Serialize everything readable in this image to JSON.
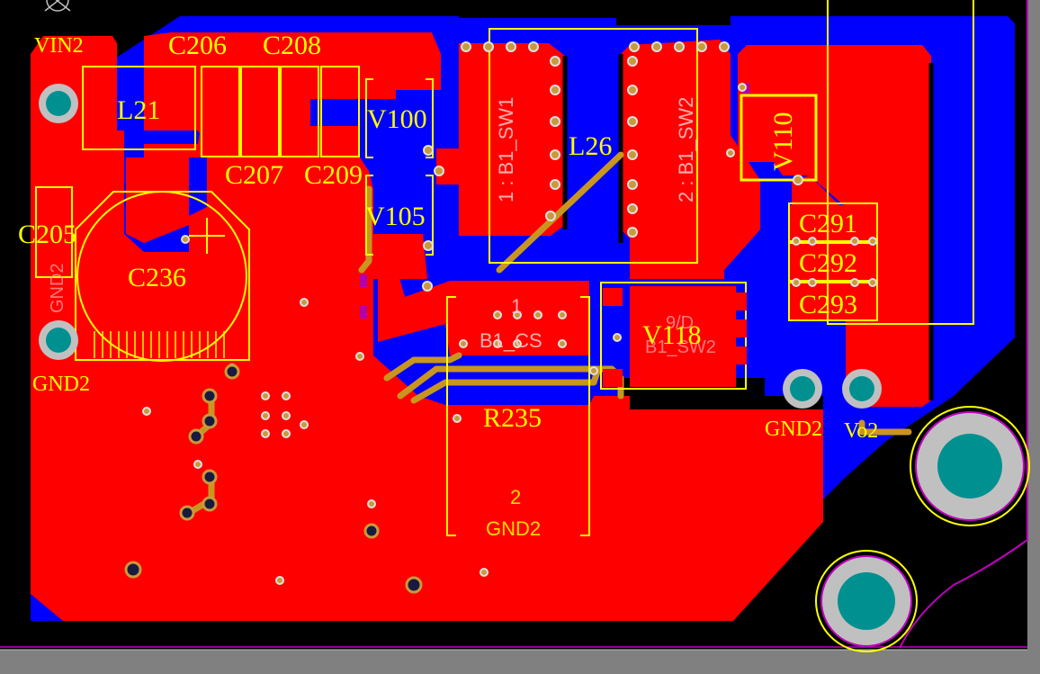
{
  "board": {
    "colors": {
      "background": "#000000",
      "top_copper": "#ff0000",
      "bottom_copper": "#0000ff",
      "silkscreen": "#ffff00",
      "trace": "#c8961e",
      "pad_hole": "#009090",
      "board_edge": "#c000c0",
      "frame": "#808080"
    }
  },
  "designators": {
    "vin2": "VIN2",
    "l21": "L21",
    "c206": "C206",
    "c208": "C208",
    "c207": "C207",
    "c209": "C209",
    "v100": "V100",
    "v105": "V105",
    "c205": "C205",
    "c236": "C236",
    "gnd2_left_vertical": "GND2",
    "gnd2_left": "GND2",
    "l26": "L26",
    "v110": "V110",
    "c291": "C291",
    "c292": "C292",
    "c293": "C293",
    "v118": "V118",
    "r235": "R235",
    "gnd2_right": "GND2",
    "vo2": "Vo2"
  },
  "pad_labels": {
    "l26_pin1": "1 : B1_SW1",
    "l26_pin2": "2 : B1_SW2",
    "r235_pin1_num": "1",
    "r235_pin1_net": "B1_CS",
    "r235_pin2_num": "2",
    "r235_pin2_net": "GND2",
    "v118_pad_num": "9/D",
    "v118_pad_net": "B1_SW2"
  }
}
